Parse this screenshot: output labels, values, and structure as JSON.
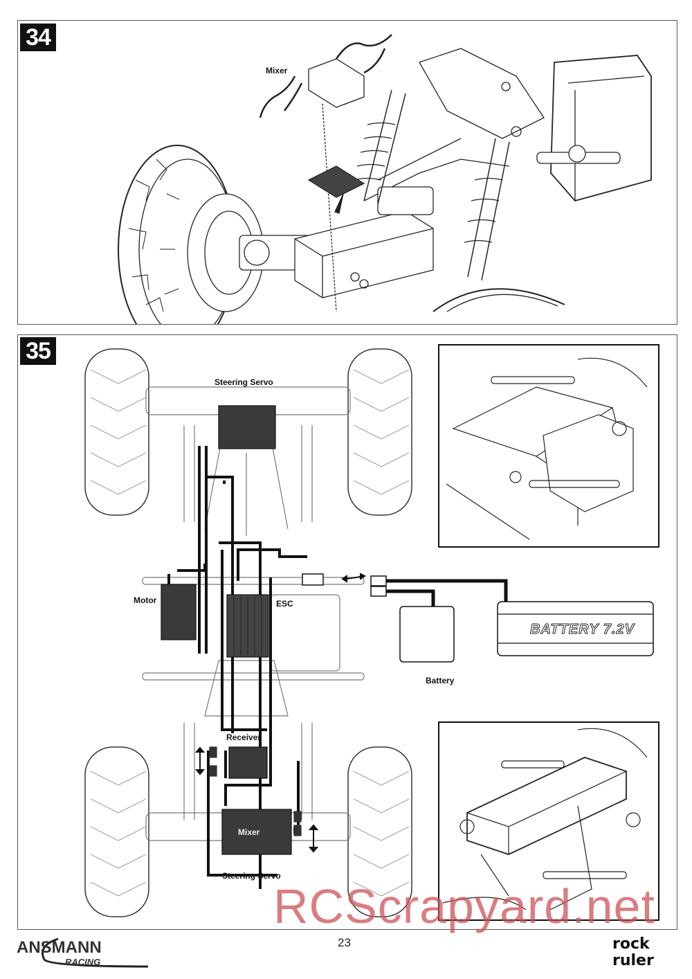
{
  "steps": [
    {
      "number": "34",
      "labels": {
        "mixer": "Mixer"
      }
    },
    {
      "number": "35",
      "labels": {
        "steering_servo_top": "Steering Servo",
        "motor": "Motor",
        "esc": "ESC",
        "battery": "Battery",
        "battery_pack_text": "BATTERY 7.2V",
        "receiver": "Receiver",
        "mixer": "Mixer",
        "steering_servo_bottom": "Steering Servo"
      }
    }
  ],
  "footer": {
    "page_number": "23",
    "brand_logo": "ANSMANN RACING",
    "product_logo": "rock ruler"
  },
  "watermark": "RCScrapyard.net"
}
